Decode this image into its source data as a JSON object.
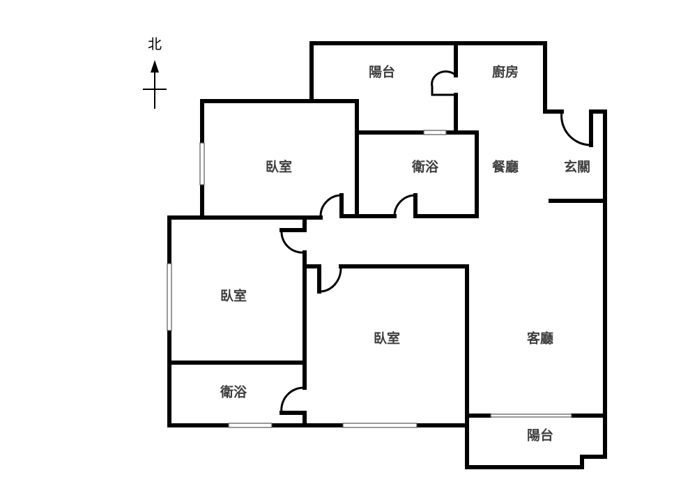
{
  "compass": {
    "label": "北"
  },
  "rooms": {
    "balcony_north": "陽台",
    "kitchen": "廚房",
    "bedroom_1": "臥室",
    "bathroom_1": "衛浴",
    "dining": "餐廳",
    "entrance": "玄關",
    "bedroom_2": "臥室",
    "bedroom_3": "臥室",
    "living": "客廳",
    "bathroom_2": "衛浴",
    "balcony_south": "陽台"
  }
}
